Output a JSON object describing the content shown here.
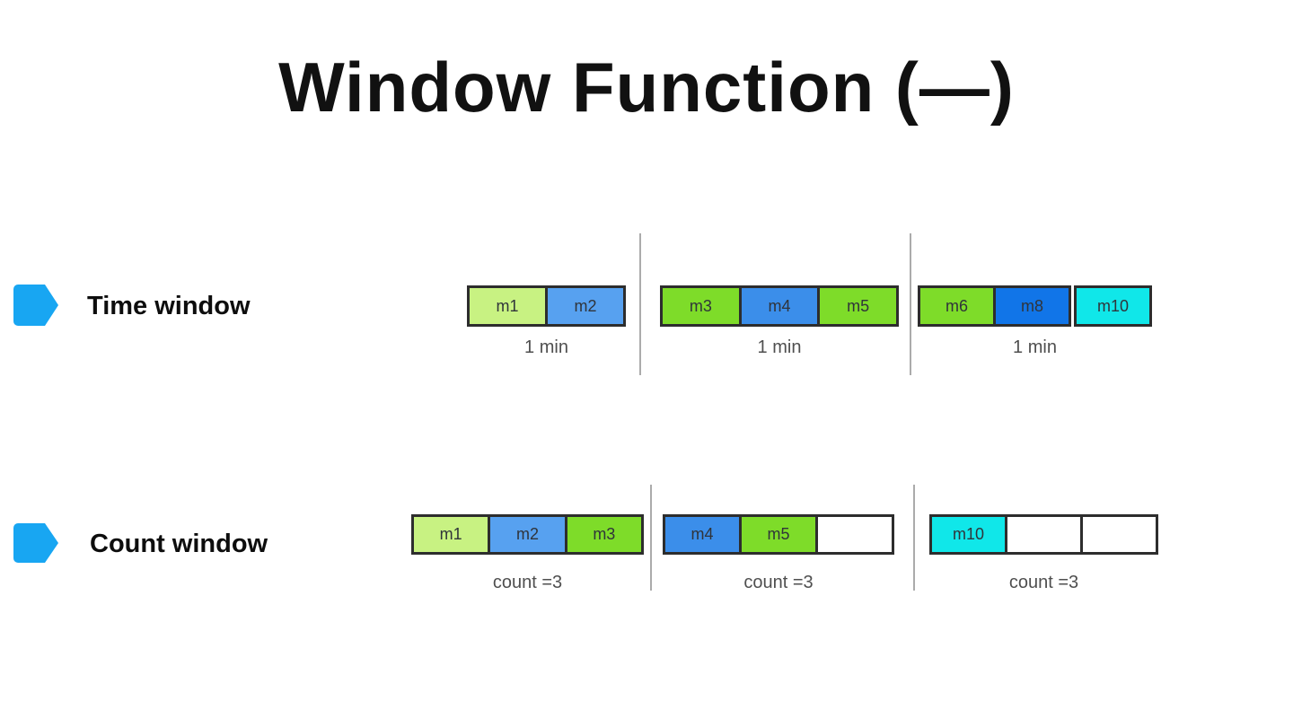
{
  "title": "Window Function (—)",
  "colors": {
    "accent_bullet": "#18A6F2",
    "border": "#2d2d2d",
    "separator": "#ababab",
    "light_green": "#C8F282",
    "light_blue": "#57A1F0",
    "green": "#7EDC29",
    "blue": "#3B8EEA",
    "deep_blue": "#1175E8",
    "cyan": "#10E7E9",
    "white": "#FFFFFF"
  },
  "rows": [
    {
      "label": "Time window",
      "groups": [
        {
          "caption": "1 min",
          "cells": [
            {
              "label": "m1",
              "color": "#C8F282"
            },
            {
              "label": "m2",
              "color": "#57A1F0"
            }
          ]
        },
        {
          "caption": "1 min",
          "cells": [
            {
              "label": "m3",
              "color": "#7EDC29"
            },
            {
              "label": "m4",
              "color": "#3B8EEA"
            },
            {
              "label": "m5",
              "color": "#7EDC29"
            }
          ]
        },
        {
          "caption": "1 min",
          "cells": [
            {
              "label": "m6",
              "color": "#7EDC29"
            },
            {
              "label": "m8",
              "color": "#1175E8"
            },
            {
              "label": "m10",
              "color": "#10E7E9"
            }
          ]
        }
      ]
    },
    {
      "label": "Count window",
      "groups": [
        {
          "caption": "count =3",
          "cells": [
            {
              "label": "m1",
              "color": "#C8F282"
            },
            {
              "label": "m2",
              "color": "#57A1F0"
            },
            {
              "label": "m3",
              "color": "#7EDC29"
            }
          ]
        },
        {
          "caption": "count =3",
          "cells": [
            {
              "label": "m4",
              "color": "#3B8EEA"
            },
            {
              "label": "m5",
              "color": "#7EDC29"
            },
            {
              "label": "",
              "color": "#FFFFFF"
            }
          ]
        },
        {
          "caption": "count =3",
          "cells": [
            {
              "label": "m10",
              "color": "#10E7E9"
            },
            {
              "label": "",
              "color": "#FFFFFF"
            },
            {
              "label": "",
              "color": "#FFFFFF"
            }
          ]
        }
      ]
    }
  ]
}
